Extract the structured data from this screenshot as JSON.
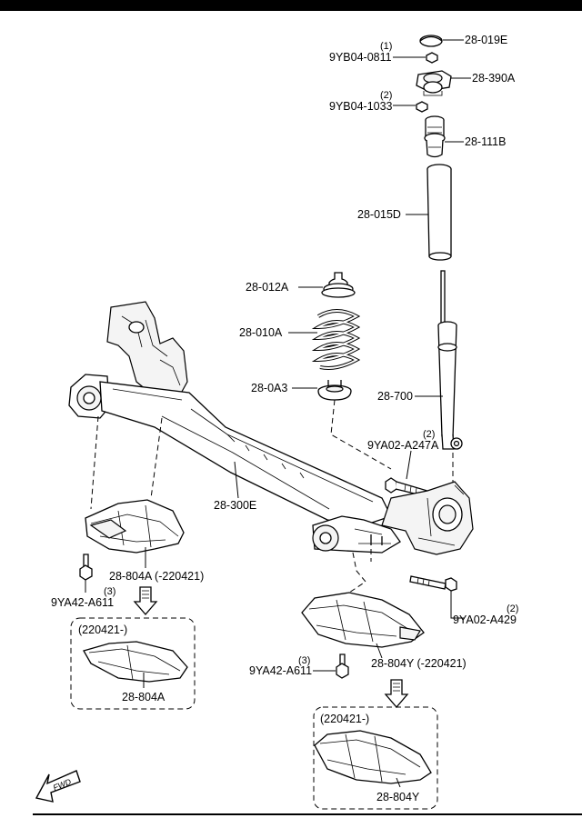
{
  "labels": {
    "p28_019E": "28-019E",
    "p9YB04_0811": "9YB04-0811",
    "q1": "(1)",
    "p28_390A": "28-390A",
    "p9YB04_1033": "9YB04-1033",
    "q2a": "(2)",
    "p28_111B": "28-111B",
    "p28_015D": "28-015D",
    "p28_012A": "28-012A",
    "p28_010A": "28-010A",
    "p28_0A3": "28-0A3",
    "p28_700": "28-700",
    "p9YA02_A247A": "9YA02-A247A",
    "q2b": "(2)",
    "p28_300E": "28-300E",
    "p28_804A_date": "28-804A (-220421)",
    "p9YA42_A611_left": "9YA42-A611",
    "q3a": "(3)",
    "box_left_header": "(220421-)",
    "p28_804A": "28-804A",
    "p9YA02_A429": "9YA02-A429",
    "q2c": "(2)",
    "p9YA42_A611_right": "9YA42-A611",
    "q3b": "(3)",
    "p28_804Y_date": "28-804Y (-220421)",
    "box_right_header": "(220421-)",
    "p28_804Y": "28-804Y",
    "fwd": "FWD"
  }
}
